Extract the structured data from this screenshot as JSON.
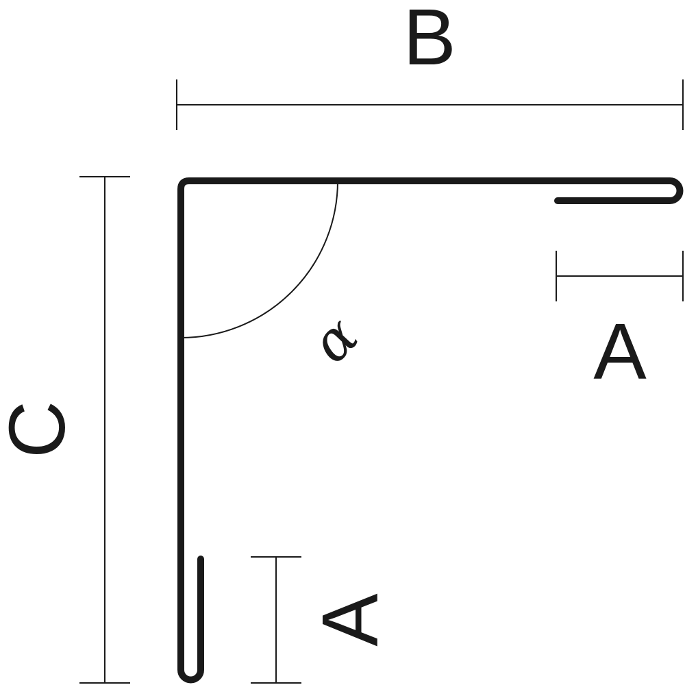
{
  "labels": {
    "width": "B",
    "height": "C",
    "hem_top": "A",
    "hem_side": "A",
    "angle": "α"
  }
}
